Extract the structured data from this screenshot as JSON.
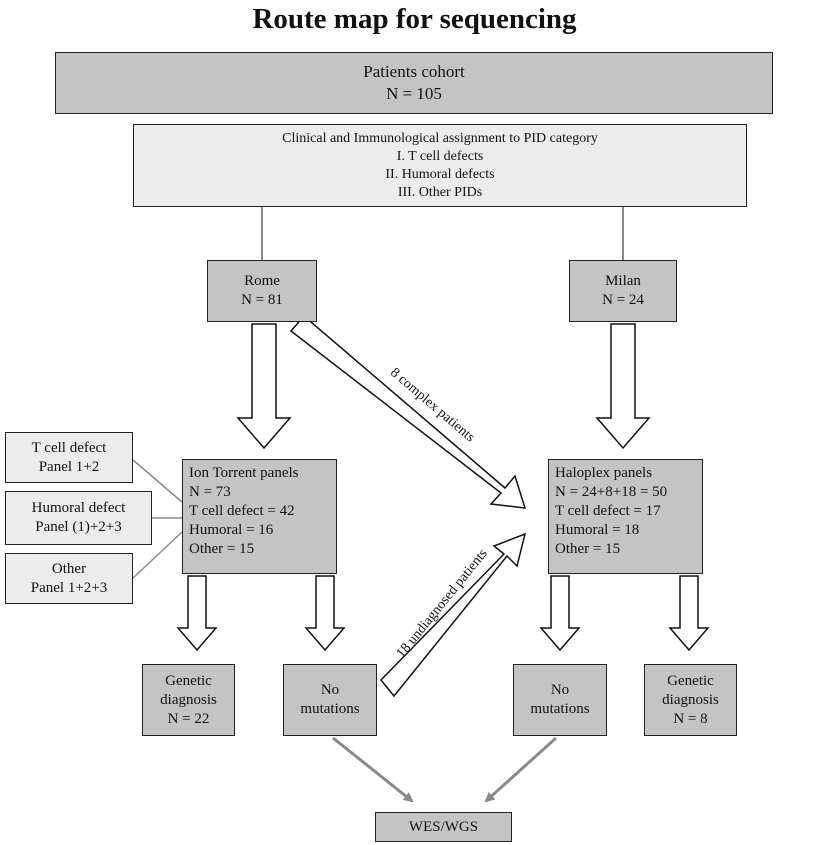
{
  "title": "Route map for sequencing",
  "cohort": {
    "label": "Patients cohort",
    "n": "N = 105"
  },
  "assignment": {
    "heading": "Clinical and Immunological assignment to PID category",
    "categories": [
      "I. T cell defects",
      "II. Humoral defects",
      "III. Other PIDs"
    ]
  },
  "rome": {
    "label": "Rome",
    "n": "N = 81"
  },
  "milan": {
    "label": "Milan",
    "n": "N = 24"
  },
  "panels": {
    "t_cell": {
      "label": "T cell defect",
      "panel": "Panel 1+2"
    },
    "humoral": {
      "label": "Humoral defect",
      "panel": "Panel (1)+2+3"
    },
    "other": {
      "label": "Other",
      "panel": "Panel 1+2+3"
    }
  },
  "ion_torrent": {
    "title": "Ion Torrent panels",
    "n": "N = 73",
    "t_cell": "T cell defect = 42",
    "humoral": "Humoral = 16",
    "other": "Other = 15"
  },
  "haloplex": {
    "title": "Haloplex panels",
    "n": "N = 24+8+18 = 50",
    "t_cell": "T cell defect = 17",
    "humoral": "Humoral = 18",
    "other": "Other = 15"
  },
  "arrow_labels": {
    "complex": "8 complex  patients",
    "undiagnosed": "18 undiagnosed patients"
  },
  "rome_diagnosis": {
    "line1": "Genetic",
    "line2": "diagnosis",
    "n": "N = 22"
  },
  "rome_no_mut": {
    "line1": "No",
    "line2": "mutations"
  },
  "milan_no_mut": {
    "line1": "No",
    "line2": "mutations"
  },
  "milan_diagnosis": {
    "line1": "Genetic",
    "line2": "diagnosis",
    "n": "N = 8"
  },
  "final": "WES/WGS"
}
